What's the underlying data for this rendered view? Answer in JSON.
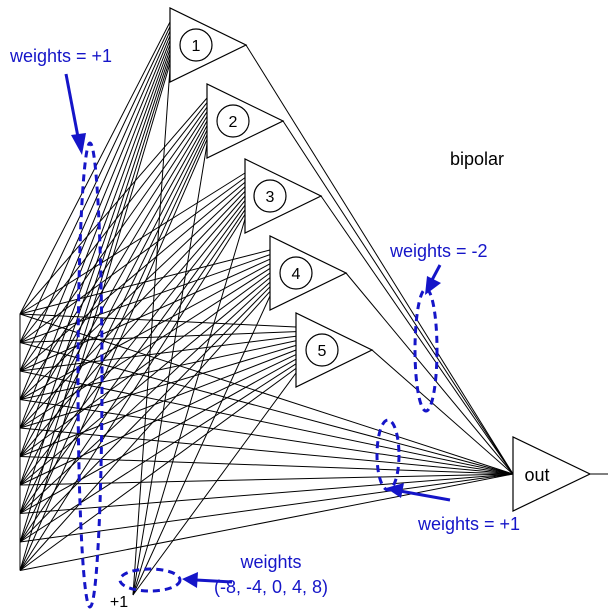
{
  "neurons": [
    {
      "label": "1"
    },
    {
      "label": "2"
    },
    {
      "label": "3"
    },
    {
      "label": "4"
    },
    {
      "label": "5"
    }
  ],
  "output": {
    "label": "out"
  },
  "bias": {
    "label": "+1"
  },
  "mode_label": "bipolar",
  "annotations": {
    "input_weights": "weights = +1",
    "hidden_out_weights": "weights = -2",
    "direct_weights": "weights = +1",
    "bias_weights_title": "weights",
    "bias_weights_values": "(-8, -4, 0, 4, 8)"
  },
  "colors": {
    "annotation": "#1515c8",
    "wire": "#000000"
  }
}
